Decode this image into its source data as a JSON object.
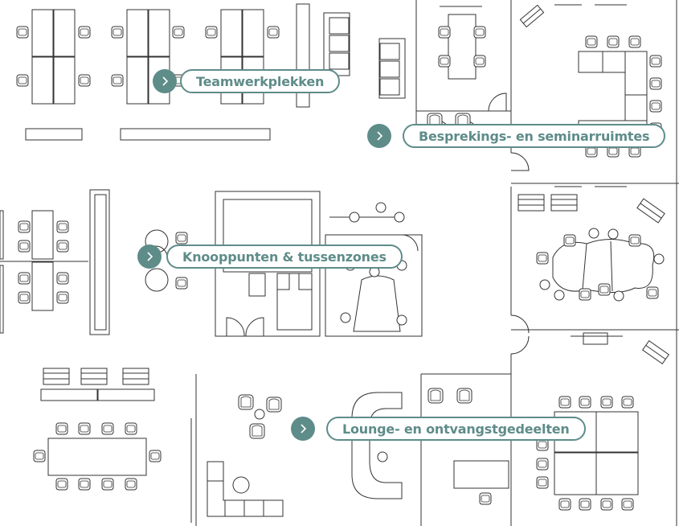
{
  "hotspots": [
    {
      "label": "Teamwerkplekken"
    },
    {
      "label": "Besprekings- en seminarruimtes"
    },
    {
      "label": "Knooppunten & tussenzones"
    },
    {
      "label": "Lounge- en ontvangstgedeelten"
    }
  ],
  "colors": {
    "accent": "#5e8c89",
    "lines": "#3a3a3a"
  },
  "icons": {
    "hotspot": "chevron-right-icon"
  }
}
